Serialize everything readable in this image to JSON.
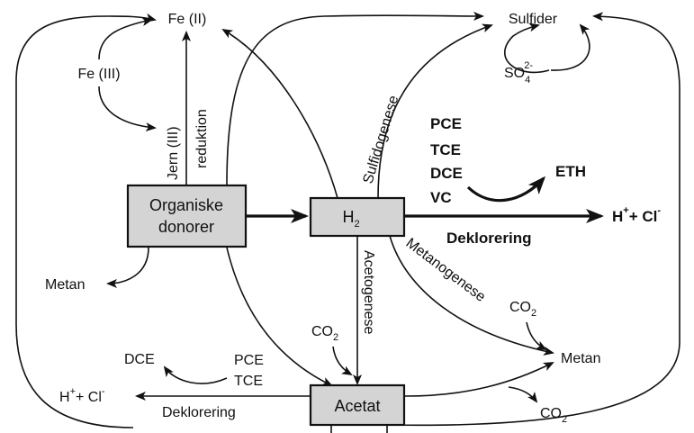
{
  "boxes": {
    "organiske": {
      "line1": "Organiske",
      "line2": "donorer"
    },
    "h2": {
      "main": "H",
      "sub": "2"
    },
    "acetat": "Acetat"
  },
  "labels": {
    "fe2": "Fe (II)",
    "fe3": "Fe (III)",
    "jern_line1": "Jern (III)",
    "jern_line2": "reduktion",
    "sulfider": "Sulfider",
    "so4_main": "SO",
    "so4_sub": "4",
    "so4_sup": "2-",
    "sulfidogenese": "Sulfidogenese",
    "pce_bold": "PCE",
    "tce_bold": "TCE",
    "dce_bold": "DCE",
    "vc_bold": "VC",
    "eth": "ETH",
    "hcl_bold_h": "H",
    "hcl_bold_plus": "+",
    "hcl_bold_rest": "+ Cl",
    "hcl_bold_minus": "-",
    "deklorering_bold": "Deklorering",
    "metan_left": "Metan",
    "acetogenese": "Acetogenese",
    "metanogenese": "Metanogenese",
    "co2_a_main": "CO",
    "co2_a_sub": "2",
    "co2_b_main": "CO",
    "co2_b_sub": "2",
    "co2_c_main": "CO",
    "co2_c_sub": "2",
    "metan_right": "Metan",
    "dce_small": "DCE",
    "pce_small": "PCE",
    "tce_small": "TCE",
    "hcl_small_h": "H",
    "hcl_small_plus": "+",
    "hcl_small_rest": "+ Cl",
    "hcl_small_minus": "-",
    "deklorering_small": "Deklorering"
  }
}
